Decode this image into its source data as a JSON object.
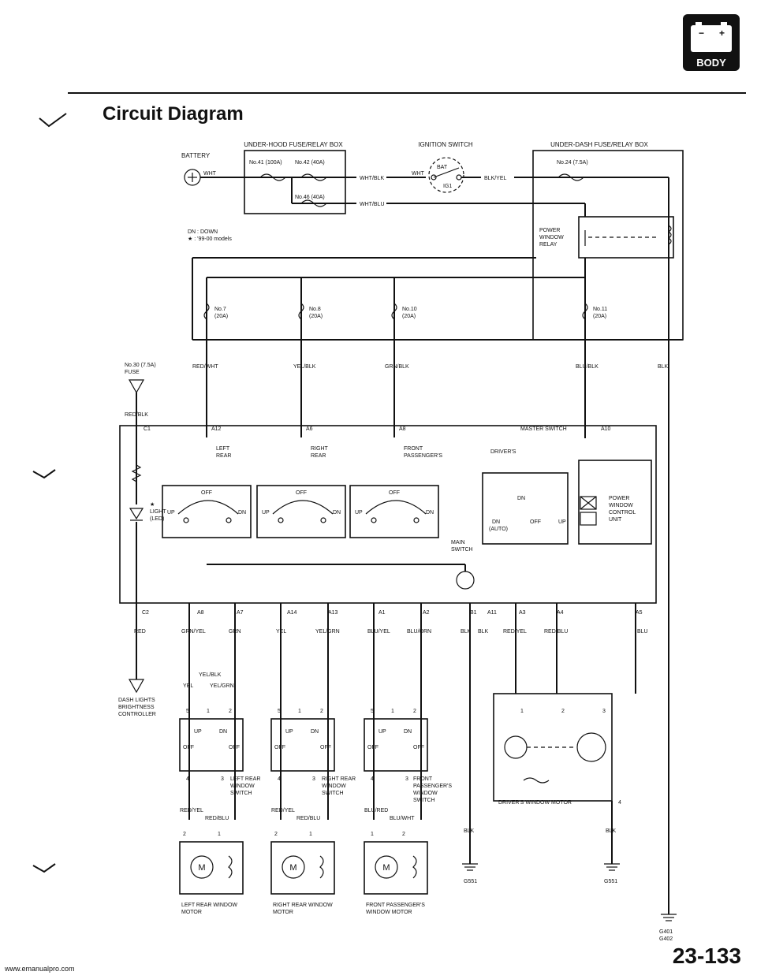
{
  "header": {
    "section_badge": "BODY",
    "title": "Circuit Diagram",
    "page_number": "23-133",
    "website": "www.emanualpro.com"
  },
  "power": {
    "battery": "BATTERY",
    "underhood_box": "UNDER-HOOD FUSE/RELAY BOX",
    "fuse_41": "No.41 (100A)",
    "fuse_42": "No.42 (40A)",
    "fuse_46": "No.46 (40A)",
    "ignition_switch": "IGNITION SWITCH",
    "ig_bat": "BAT",
    "ig_ig1": "IG1",
    "underdash_box": "UNDER-DASH FUSE/RELAY BOX",
    "fuse_24": "No.24 (7.5A)",
    "relay": [
      "POWER",
      "WINDOW",
      "RELAY"
    ],
    "notes": [
      "DN : DOWN",
      "★ : '99-00 models"
    ],
    "fuses_row": [
      {
        "name": "No.7",
        "rating": "(20A)"
      },
      {
        "name": "No.8",
        "rating": "(20A)"
      },
      {
        "name": "No.10",
        "rating": "(20A)"
      },
      {
        "name": "No.11",
        "rating": "(20A)"
      }
    ],
    "fuse_30": [
      "No.30 (7.5A)",
      "FUSE"
    ]
  },
  "wires": {
    "wht": "WHT",
    "wht_blk": "WHT/BLK",
    "blk_yel": "BLK/YEL",
    "wht_blu": "WHT/BLU",
    "red_wht": "RED/WHT",
    "yel_blk": "YEL/BLK",
    "grn_blk": "GRN/BLK",
    "blu_blk": "BLU/BLK",
    "blk": "BLK",
    "red_blk": "RED/BLK",
    "red": "RED",
    "grn_yel": "GRN/YEL",
    "grn": "GRN",
    "yel": "YEL",
    "yel_grn": "YEL/GRN",
    "blu_yel": "BLU/YEL",
    "blu_orn": "BLU/ORN",
    "red_yel": "RED/YEL",
    "red_blu": "RED/BLU",
    "blu": "BLU",
    "blu_red": "BLU/RED",
    "blu_wht": "BLU/WHT"
  },
  "master_switch": {
    "title": "MASTER SWITCH",
    "drivers": "DRIVER'S",
    "left_rear": [
      "LEFT",
      "REAR"
    ],
    "right_rear": [
      "RIGHT",
      "REAR"
    ],
    "front_pass": [
      "FRONT",
      "PASSENGER'S"
    ],
    "main_switch": [
      "MAIN",
      "SWITCH"
    ],
    "light": [
      "★",
      "LIGHT",
      "(LED)"
    ],
    "off": "OFF",
    "up": "UP",
    "dn": "DN",
    "auto": "(AUTO)",
    "pw_control": [
      "POWER",
      "WINDOW",
      "CONTROL",
      "UNIT"
    ],
    "pins_top": [
      "C1",
      "A12",
      "A6",
      "A8",
      "A10"
    ],
    "pins_bottom": [
      "C2",
      "A8",
      "A7",
      "A14",
      "A13",
      "A1",
      "A2",
      "B1",
      "A11",
      "A3",
      "A4",
      "A5"
    ]
  },
  "dash_lights": [
    "DASH LIGHTS",
    "BRIGHTNESS",
    "CONTROLLER"
  ],
  "window_switches": {
    "left_rear": [
      "LEFT REAR",
      "WINDOW",
      "SWITCH"
    ],
    "right_rear": [
      "RIGHT REAR",
      "WINDOW",
      "SWITCH"
    ],
    "front_pass": [
      "FRONT",
      "PASSENGER'S",
      "WINDOW",
      "SWITCH"
    ],
    "pins": [
      "5",
      "1",
      "2",
      "4",
      "3"
    ]
  },
  "motors": {
    "left_rear": [
      "LEFT REAR WINDOW",
      "MOTOR"
    ],
    "right_rear": [
      "RIGHT REAR WINDOW",
      "MOTOR"
    ],
    "front_pass": [
      "FRONT PASSENGER'S",
      "WINDOW MOTOR"
    ],
    "drivers": "DRIVER'S WINDOW MOTOR",
    "m": "M",
    "pins_12": [
      "2",
      "1"
    ],
    "pins_drv": [
      "1",
      "2",
      "3",
      "4"
    ]
  },
  "grounds": [
    "G551",
    "G551",
    "G401",
    "G402"
  ]
}
